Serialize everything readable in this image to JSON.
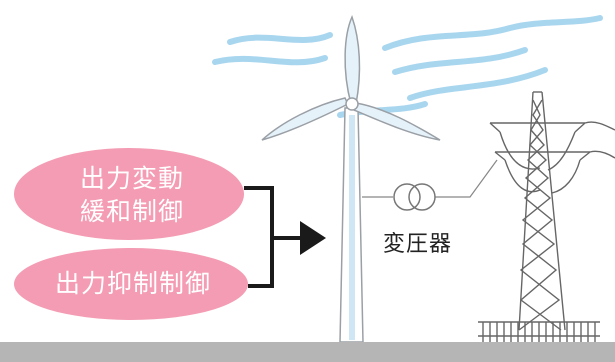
{
  "labels": {
    "output_smoothing": [
      "出力変動",
      "緩和制御"
    ],
    "output_curtailment": "出力抑制制御",
    "transformer": "変圧器"
  },
  "colors": {
    "pill_fill": "#f49cb3",
    "wind_stroke": "#a9d6ef",
    "turbine_line": "#9aa0a6",
    "turbine_blade_fill": "#e6f2fa",
    "tower_line": "#666666",
    "ground": "#b5b5b5",
    "bracket": "#1a1a1a"
  },
  "icons": [
    "wind-turbine-icon",
    "transformer-icon",
    "transmission-tower-icon",
    "wind-gust-icon",
    "arrow-right-icon"
  ]
}
